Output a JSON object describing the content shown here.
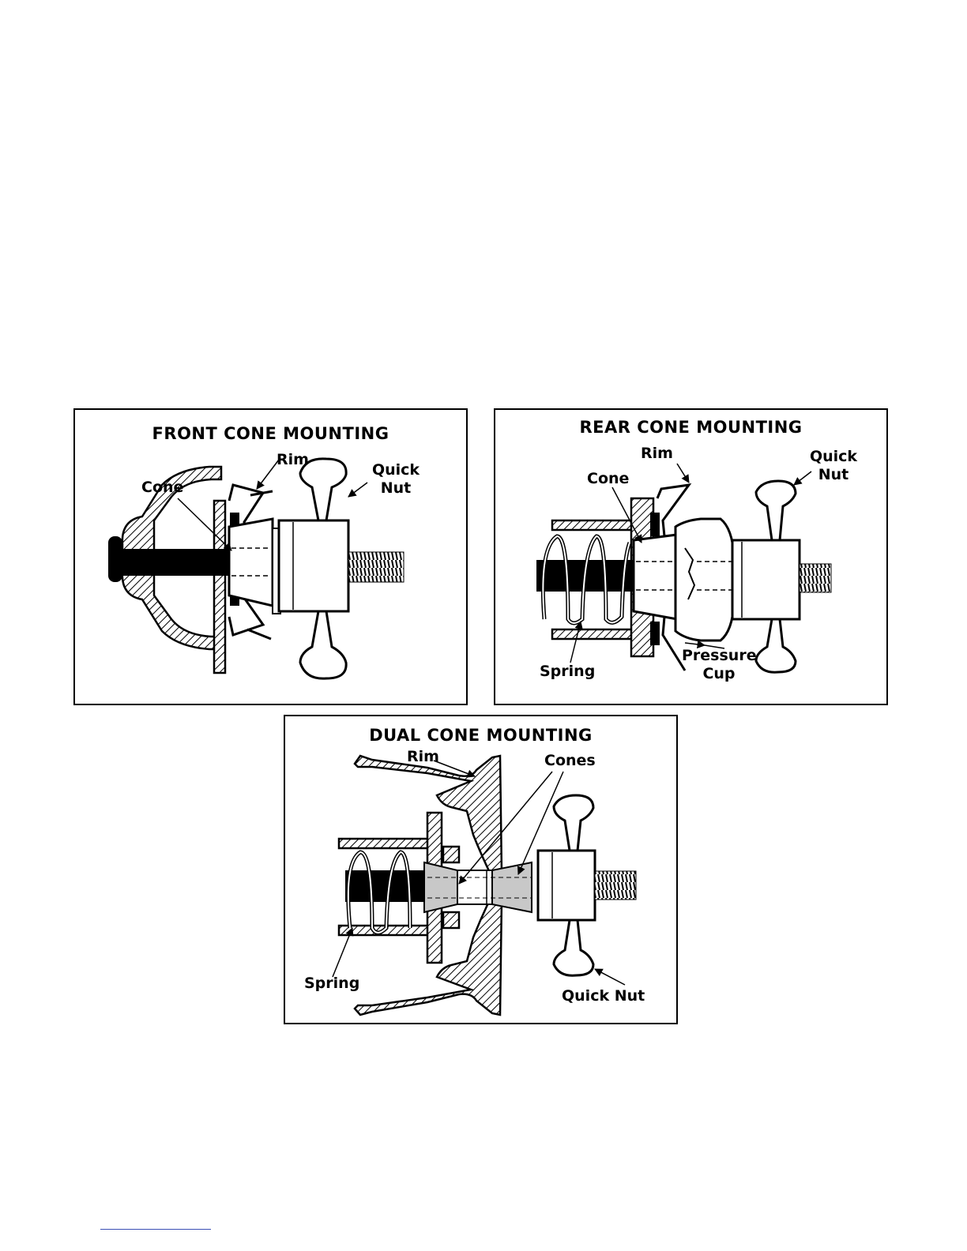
{
  "figures": {
    "front": {
      "title": "FRONT CONE MOUNTING",
      "labels": {
        "rim": "Rim",
        "cone": "Cone",
        "quick_nut_1": "Quick",
        "quick_nut_2": "Nut"
      }
    },
    "rear": {
      "title": "REAR CONE MOUNTING",
      "labels": {
        "rim": "Rim",
        "cone": "Cone",
        "quick_nut_1": "Quick",
        "quick_nut_2": "Nut",
        "spring": "Spring",
        "pressure_cup_1": "Pressure",
        "pressure_cup_2": "Cup"
      }
    },
    "dual": {
      "title": "DUAL CONE MOUNTING",
      "labels": {
        "rim": "Rim",
        "cones": "Cones",
        "spring": "Spring",
        "quick_nut": "Quick Nut"
      }
    }
  },
  "colors": {
    "ink": "#000000",
    "cone_fill": "#c8c8c8",
    "footer_line": "#3a4fb5"
  }
}
